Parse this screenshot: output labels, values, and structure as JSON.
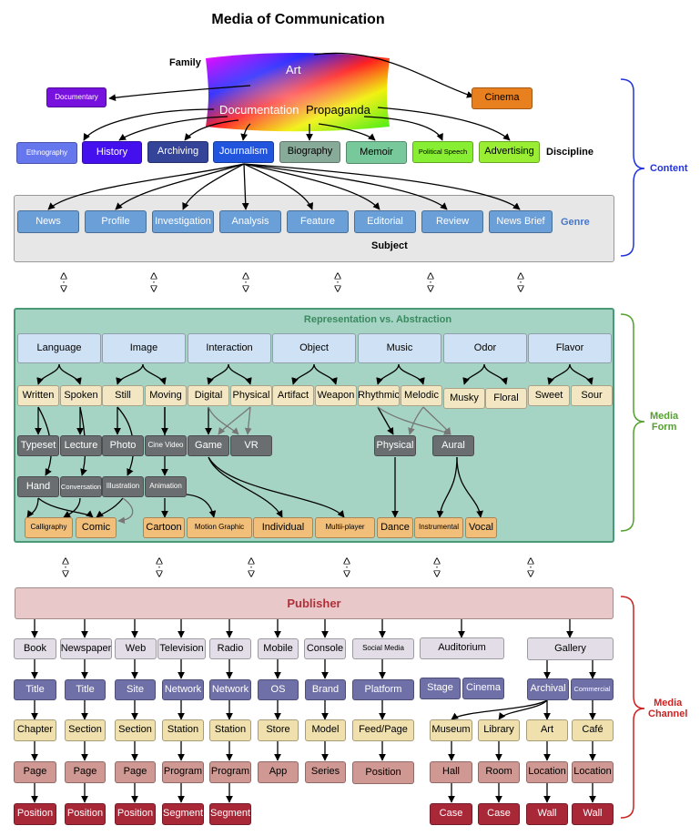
{
  "title": "Media of Communication",
  "colors": {
    "content_bracket": "#2233dd",
    "form_bracket": "#55a030",
    "channel_bracket": "#cc2222",
    "genre_panel": "#e7e7e7",
    "form_panel": "#a6d4c4",
    "publisher": "#e8c8c8"
  },
  "labels": {
    "family": "Family",
    "discipline": "Discipline",
    "genre": "Genre",
    "subject": "Subject",
    "representation": "Representation vs. Abstraction",
    "publisher": "Publisher",
    "content": "Content",
    "media_form": "Media\nForm",
    "media_channel": "Media\nChannel"
  },
  "family": {
    "art": "Art",
    "documentation": "Documentation",
    "propaganda": "Propaganda"
  },
  "nodes": {
    "documentary": "Documentary",
    "cinema_top": "Cinema",
    "ethnography": "Ethnography",
    "history": "History",
    "archiving": "Archiving",
    "journalism": "Journalism",
    "biography": "Biography",
    "memoir": "Memoir",
    "political_speech": "Political Speech",
    "advertising": "Advertising",
    "news": "News",
    "profile": "Profile",
    "investigation": "Investigation",
    "analysis": "Analysis",
    "feature": "Feature",
    "editorial": "Editorial",
    "review": "Review",
    "news_brief": "News Brief",
    "language": "Language",
    "image": "Image",
    "interaction": "Interaction",
    "object": "Object",
    "music": "Music",
    "odor": "Odor",
    "flavor": "Flavor",
    "written": "Written",
    "spoken": "Spoken",
    "still": "Still",
    "moving": "Moving",
    "digital": "Digital",
    "physical_i": "Physical",
    "artifact": "Artifact",
    "weapon": "Weapon",
    "rhythmic": "Rhythmic",
    "melodic": "Melodic",
    "musky": "Musky",
    "floral": "Floral",
    "sweet": "Sweet",
    "sour": "Sour",
    "typeset": "Typeset",
    "lecture": "Lecture",
    "photo": "Photo",
    "cine_video": "Cine Video",
    "game": "Game",
    "vr": "VR",
    "physical_m": "Physical",
    "aural": "Aural",
    "hand": "Hand",
    "conversation": "Conversation",
    "illustration": "Illustration",
    "animation": "Animation",
    "calligraphy": "Calligraphy",
    "comic": "Comic",
    "cartoon": "Cartoon",
    "motion_graphic": "Motion Graphic",
    "individual": "Individual",
    "multiplayer": "Multii-player",
    "dance": "Dance",
    "instrumental": "Instrumental",
    "vocal": "Vocal",
    "book": "Book",
    "newspaper": "Newspaper",
    "web": "Web",
    "television": "Television",
    "radio": "Radio",
    "mobile": "Mobile",
    "console": "Console",
    "social_media": "Social Media",
    "auditorium": "Auditorium",
    "gallery": "Gallery",
    "title_book": "Title",
    "title_news": "Title",
    "site": "Site",
    "network_tv": "Network",
    "network_radio": "Network",
    "os": "OS",
    "brand": "Brand",
    "platform": "Platform",
    "stage": "Stage",
    "cinema_aud": "Cinema",
    "archival": "Archival",
    "commercial": "Commercial",
    "chapter": "Chapter",
    "section_news": "Section",
    "section_web": "Section",
    "station_tv": "Station",
    "station_radio": "Station",
    "store": "Store",
    "model": "Model",
    "feed_page": "Feed/Page",
    "museum": "Museum",
    "library": "Library",
    "art_gal": "Art",
    "cafe": "Café",
    "page_book": "Page",
    "page_news": "Page",
    "page_web": "Page",
    "program_tv": "Program",
    "program_radio": "Program",
    "app": "App",
    "series": "Series",
    "position_social": "Position",
    "hall": "Hall",
    "room": "Room",
    "location_art": "Location",
    "location_cafe": "Location",
    "position_book": "Position",
    "position_news": "Position",
    "position_web": "Position",
    "segment_tv": "Segment",
    "segment_radio": "Segment",
    "case_hall": "Case",
    "case_room": "Case",
    "wall_art": "Wall",
    "wall_cafe": "Wall"
  }
}
